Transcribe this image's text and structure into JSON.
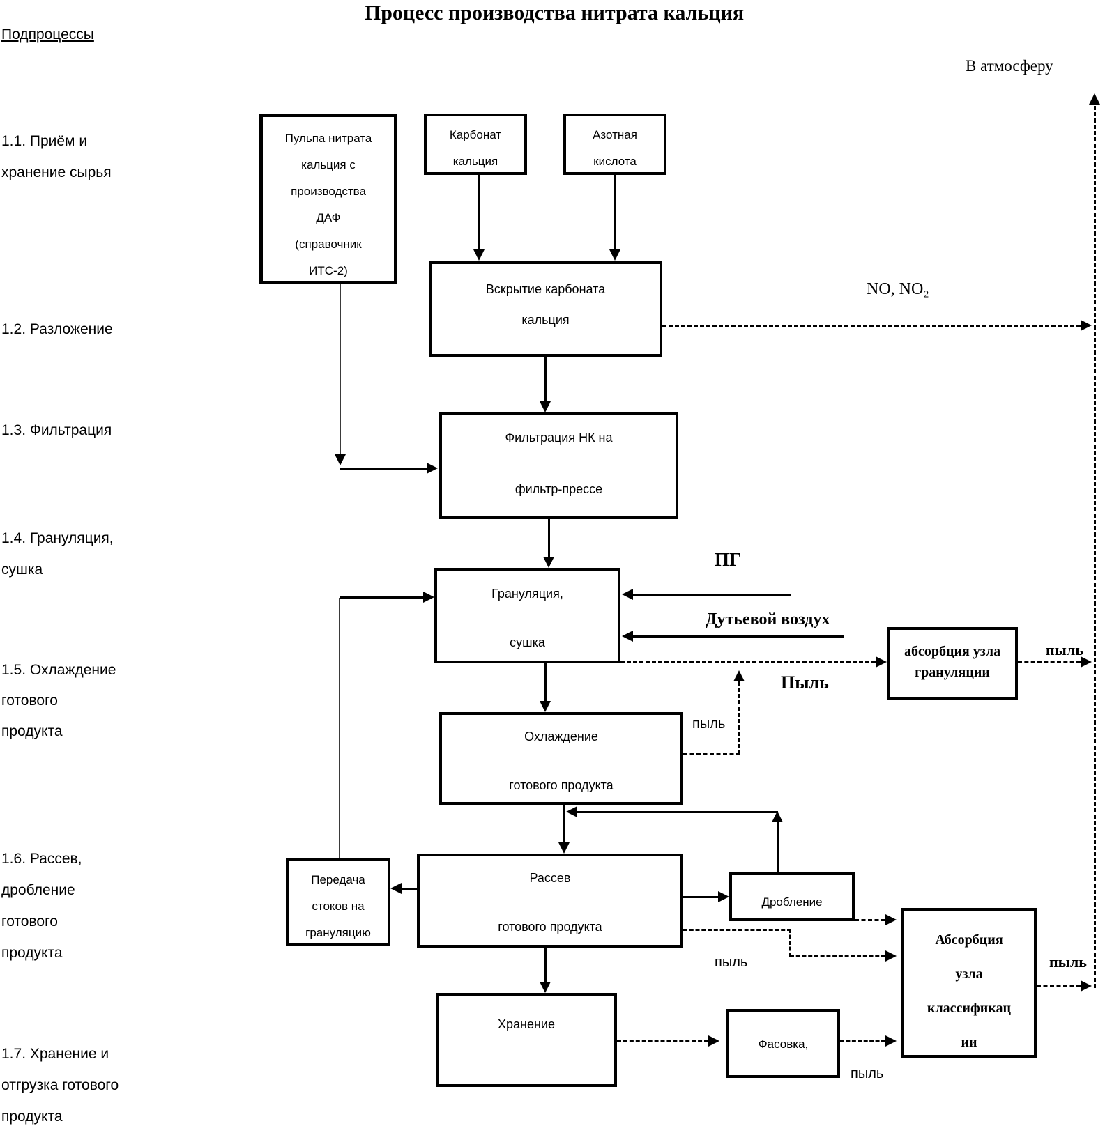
{
  "title": "Процесс производства нитрата кальция",
  "sidebar": {
    "heading": "Подпроцессы",
    "items": {
      "s11": "1.1. Приём и\nхранение  сырья",
      "s12": "1.2. Разложение",
      "s13": "1.3. Фильтрация",
      "s14": "1.4. Грануляция,\nсушка",
      "s15": "1.5. Охлаждение\nготового\nпродукта",
      "s16": "1.6. Рассев,\nдробление\nготового\nпродукта",
      "s17": "1.7. Хранение и\nотгрузка готового\nпродукта"
    }
  },
  "boxes": {
    "pulp": "Пульпа нитрата\nкальция с\nпроизводства\nДАФ\n(справочник\nИТС-2)",
    "carbonate": "Карбонат\nкальция",
    "acid": "Азотная\nкислота",
    "opening": "Вскрытие карбоната\nкальция",
    "filtration": "Фильтрация НК на\n\nфильтр-прессе",
    "granulation": "Грануляция,\n\nсушка",
    "abs_granulation": "абсорбция узла\nгрануляции",
    "cooling": "Охлаждение\n\nготового продукта",
    "transfer": "Передача\nстоков на\nгрануляцию",
    "sieving": "Рассев\n\nготового продукта",
    "crushing": "Дробление",
    "storage": "Хранение",
    "packing": "Фасовка,",
    "abs_classification": "Абсорбция\nузла\nклассификац\nии"
  },
  "flow_labels": {
    "atmosphere": "В атмосферу",
    "no_nox": "NO, NO₂",
    "pg": "ПГ",
    "blast_air": "Дутьевой воздух",
    "dust_big": "Пыль",
    "dust_cooling": "пыль",
    "dust_abs_granulation": "пыль",
    "dust_sieving": "пыль",
    "dust_abs_classification": "пыль",
    "dust_packing": "пыль"
  },
  "colors": {
    "ink": "#000000",
    "paper": "#ffffff"
  }
}
